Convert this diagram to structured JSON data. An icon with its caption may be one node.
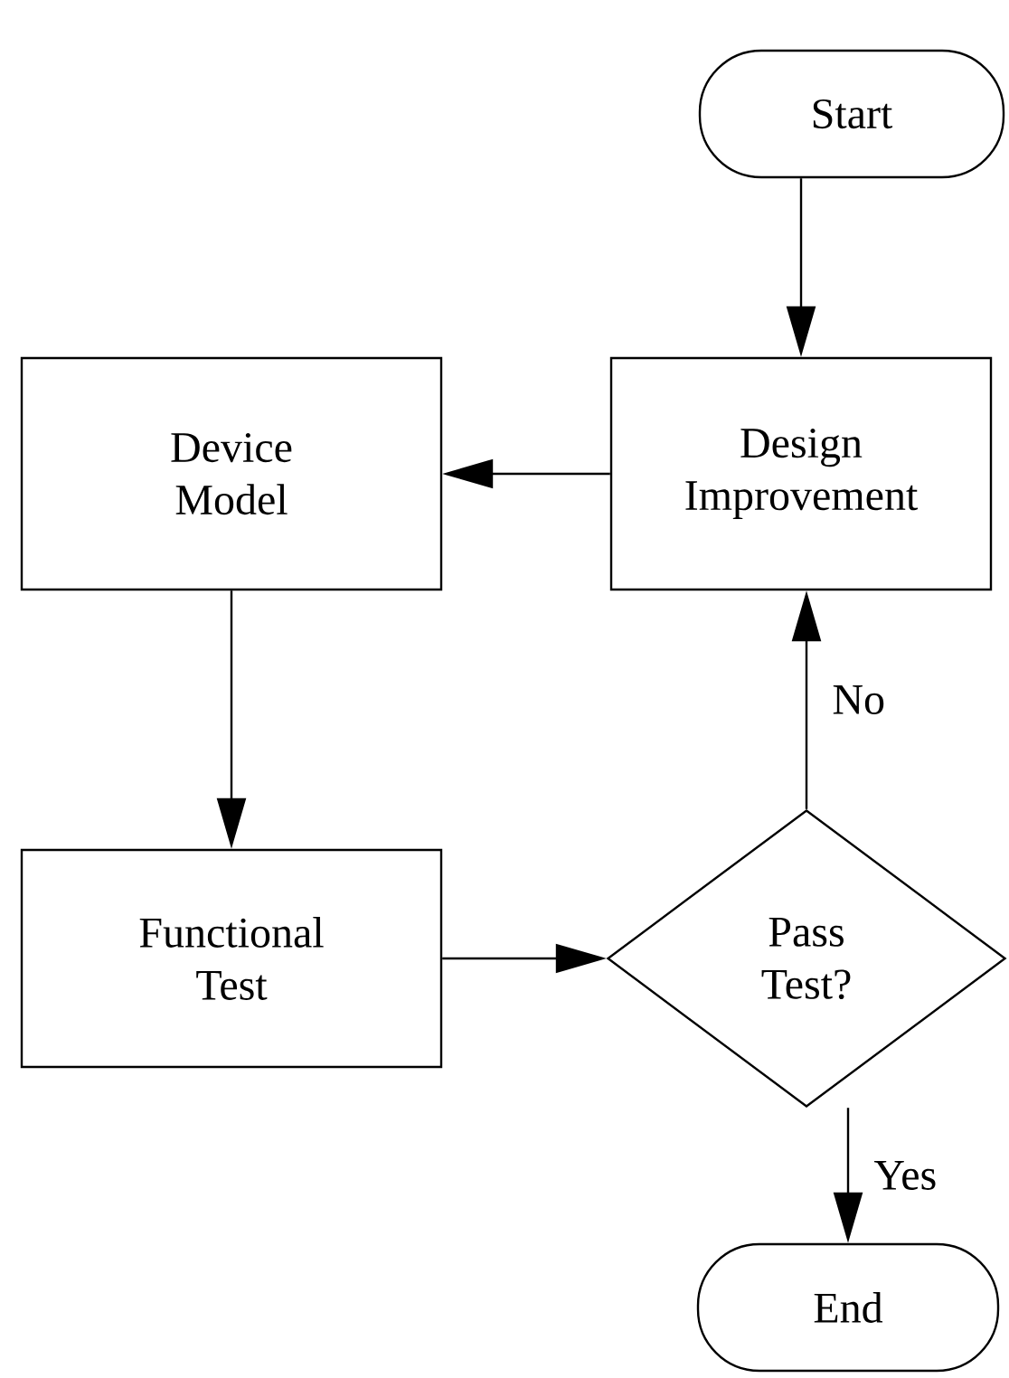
{
  "diagram": {
    "nodes": [
      {
        "text": [
          "Start"
        ]
      },
      {
        "text": [
          "Design Improvement"
        ]
      },
      {
        "text": [
          "Device Model"
        ]
      },
      {
        "text": [
          "Functional Test"
        ]
      },
      {
        "text": [
          "Pass Test?"
        ]
      },
      {
        "text": [
          "End"
        ]
      }
    ],
    "edges": [
      {
        "from": 0,
        "to": 1,
        "arrow": "to"
      },
      {
        "from": 1,
        "to": 2,
        "arrow": "to"
      },
      {
        "from": 2,
        "to": 3,
        "arrow": "to"
      },
      {
        "from": 3,
        "to": 4,
        "arrow": "to"
      },
      {
        "from": 4,
        "to": 1,
        "arrow": "to",
        "label": "No"
      },
      {
        "from": 4,
        "to": 5,
        "arrow": "to",
        "label": "Yes"
      }
    ]
  }
}
